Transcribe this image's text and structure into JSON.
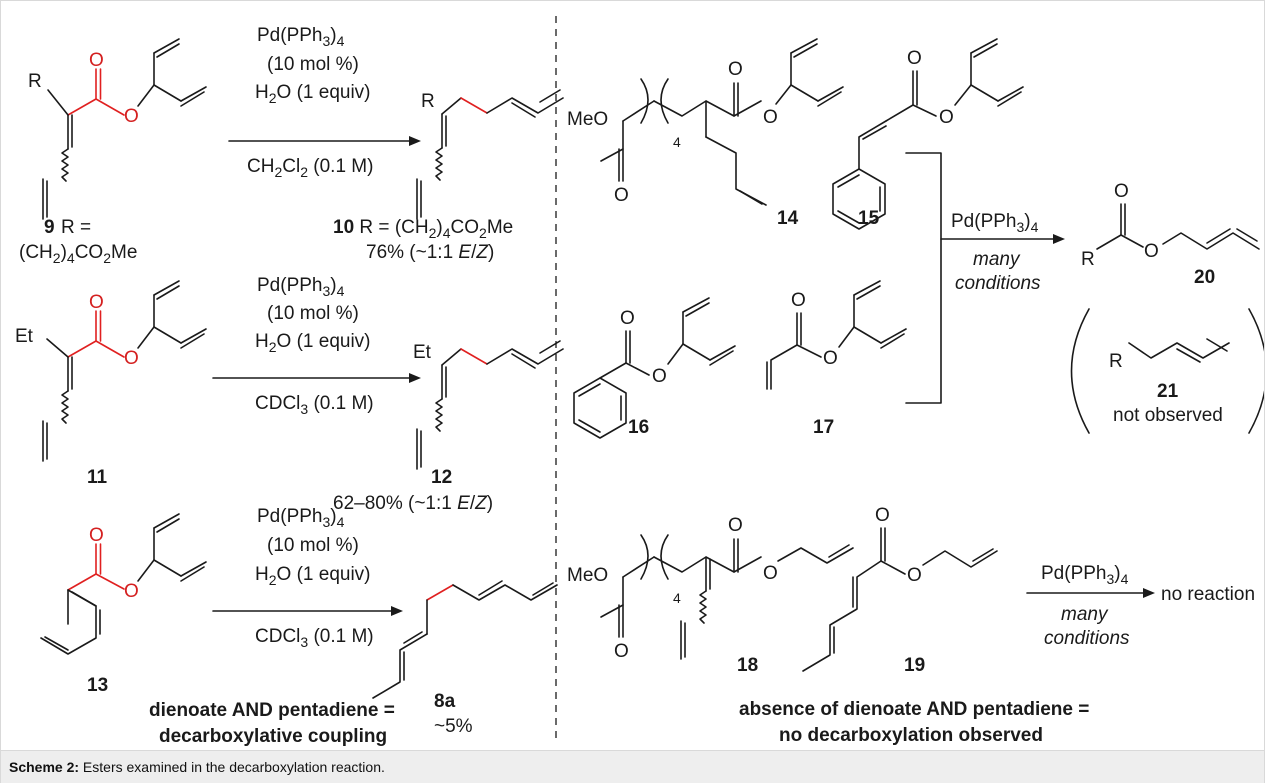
{
  "labels": {
    "r": "R",
    "et": "Et",
    "o": "O",
    "meo": "MeO",
    "sub4": "4"
  },
  "compounds": {
    "c8a": "8a",
    "c9": "9",
    "c10": "10",
    "c11": "11",
    "c12": "12",
    "c13": "13",
    "c14": "14",
    "c15": "15",
    "c16": "16",
    "c17": "17",
    "c18": "18",
    "c19": "19",
    "c20": "20",
    "c21": "21"
  },
  "text": {
    "r_eq": "R =",
    "r9_prefix": "(CH",
    "r9_mid": ")",
    "r9_suffix": "CO",
    "me": "Me",
    "yield10": "76% (~1:1 ",
    "yield12": "62–80% (~1:1 ",
    "yield8a": "~5%",
    "ez_e": "E",
    "ez_slash": "/",
    "ez_z": "Z",
    "close_paren": ")",
    "not_observed": "not observed",
    "no_reaction": "no reaction"
  },
  "conditions": {
    "catalyst_a": "Pd(PPh",
    "catalyst_b": ")",
    "loading": "(10 mol %)",
    "water_a": "H",
    "water_b": "O (1 equiv)",
    "dcm_a": "CH",
    "dcm_b": "Cl",
    "dcm_c": " (0.1 M)",
    "cdcl3_a": "CDCl",
    "cdcl3_b": " (0.1 M)",
    "many": "many",
    "conditions_word": "conditions",
    "sub2": "2",
    "sub3": "3",
    "sub4": "4"
  },
  "conclusions": {
    "left_line1": "dienoate AND pentadiene =",
    "left_line2": "decarboxylative coupling",
    "right_line1": "absence of dienoate AND pentadiene =",
    "right_line2": "no decarboxylation observed"
  },
  "caption": {
    "label": "Scheme 2:",
    "text": " Esters examined in the decarboxylation reaction."
  }
}
